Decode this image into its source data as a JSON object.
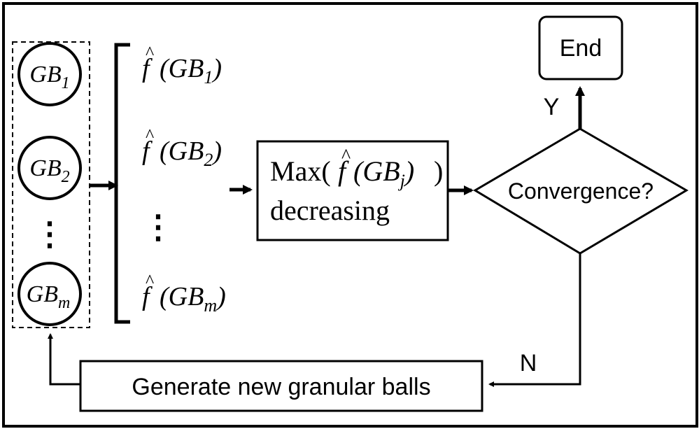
{
  "balls": [
    {
      "base": "GB",
      "sub": "1"
    },
    {
      "base": "GB",
      "sub": "2"
    },
    {
      "base": "GB",
      "sub": "m"
    }
  ],
  "ball_ellipsis": "⋮",
  "functions": [
    {
      "f": "f",
      "hat": "^",
      "open": "(",
      "base": "GB",
      "sub": "1",
      "close": ")"
    },
    {
      "f": "f",
      "hat": "^",
      "open": "(",
      "base": "GB",
      "sub": "2",
      "close": ")"
    },
    {
      "f": "f",
      "hat": "^",
      "open": "(",
      "base": "GB",
      "sub": "m",
      "close": ")"
    }
  ],
  "function_ellipsis": "⋮",
  "process": {
    "line1_prefix": "Max(",
    "f": "f",
    "hat": "^",
    "open": "(",
    "base": "GB",
    "sub": "j",
    "close": ")",
    "line1_suffix": ")",
    "line2": "decreasing"
  },
  "decision": {
    "label": "Convergence?"
  },
  "end": {
    "label": "End"
  },
  "yes_label": "Y",
  "no_label": "N",
  "generate": {
    "label": "Generate new granular balls"
  }
}
